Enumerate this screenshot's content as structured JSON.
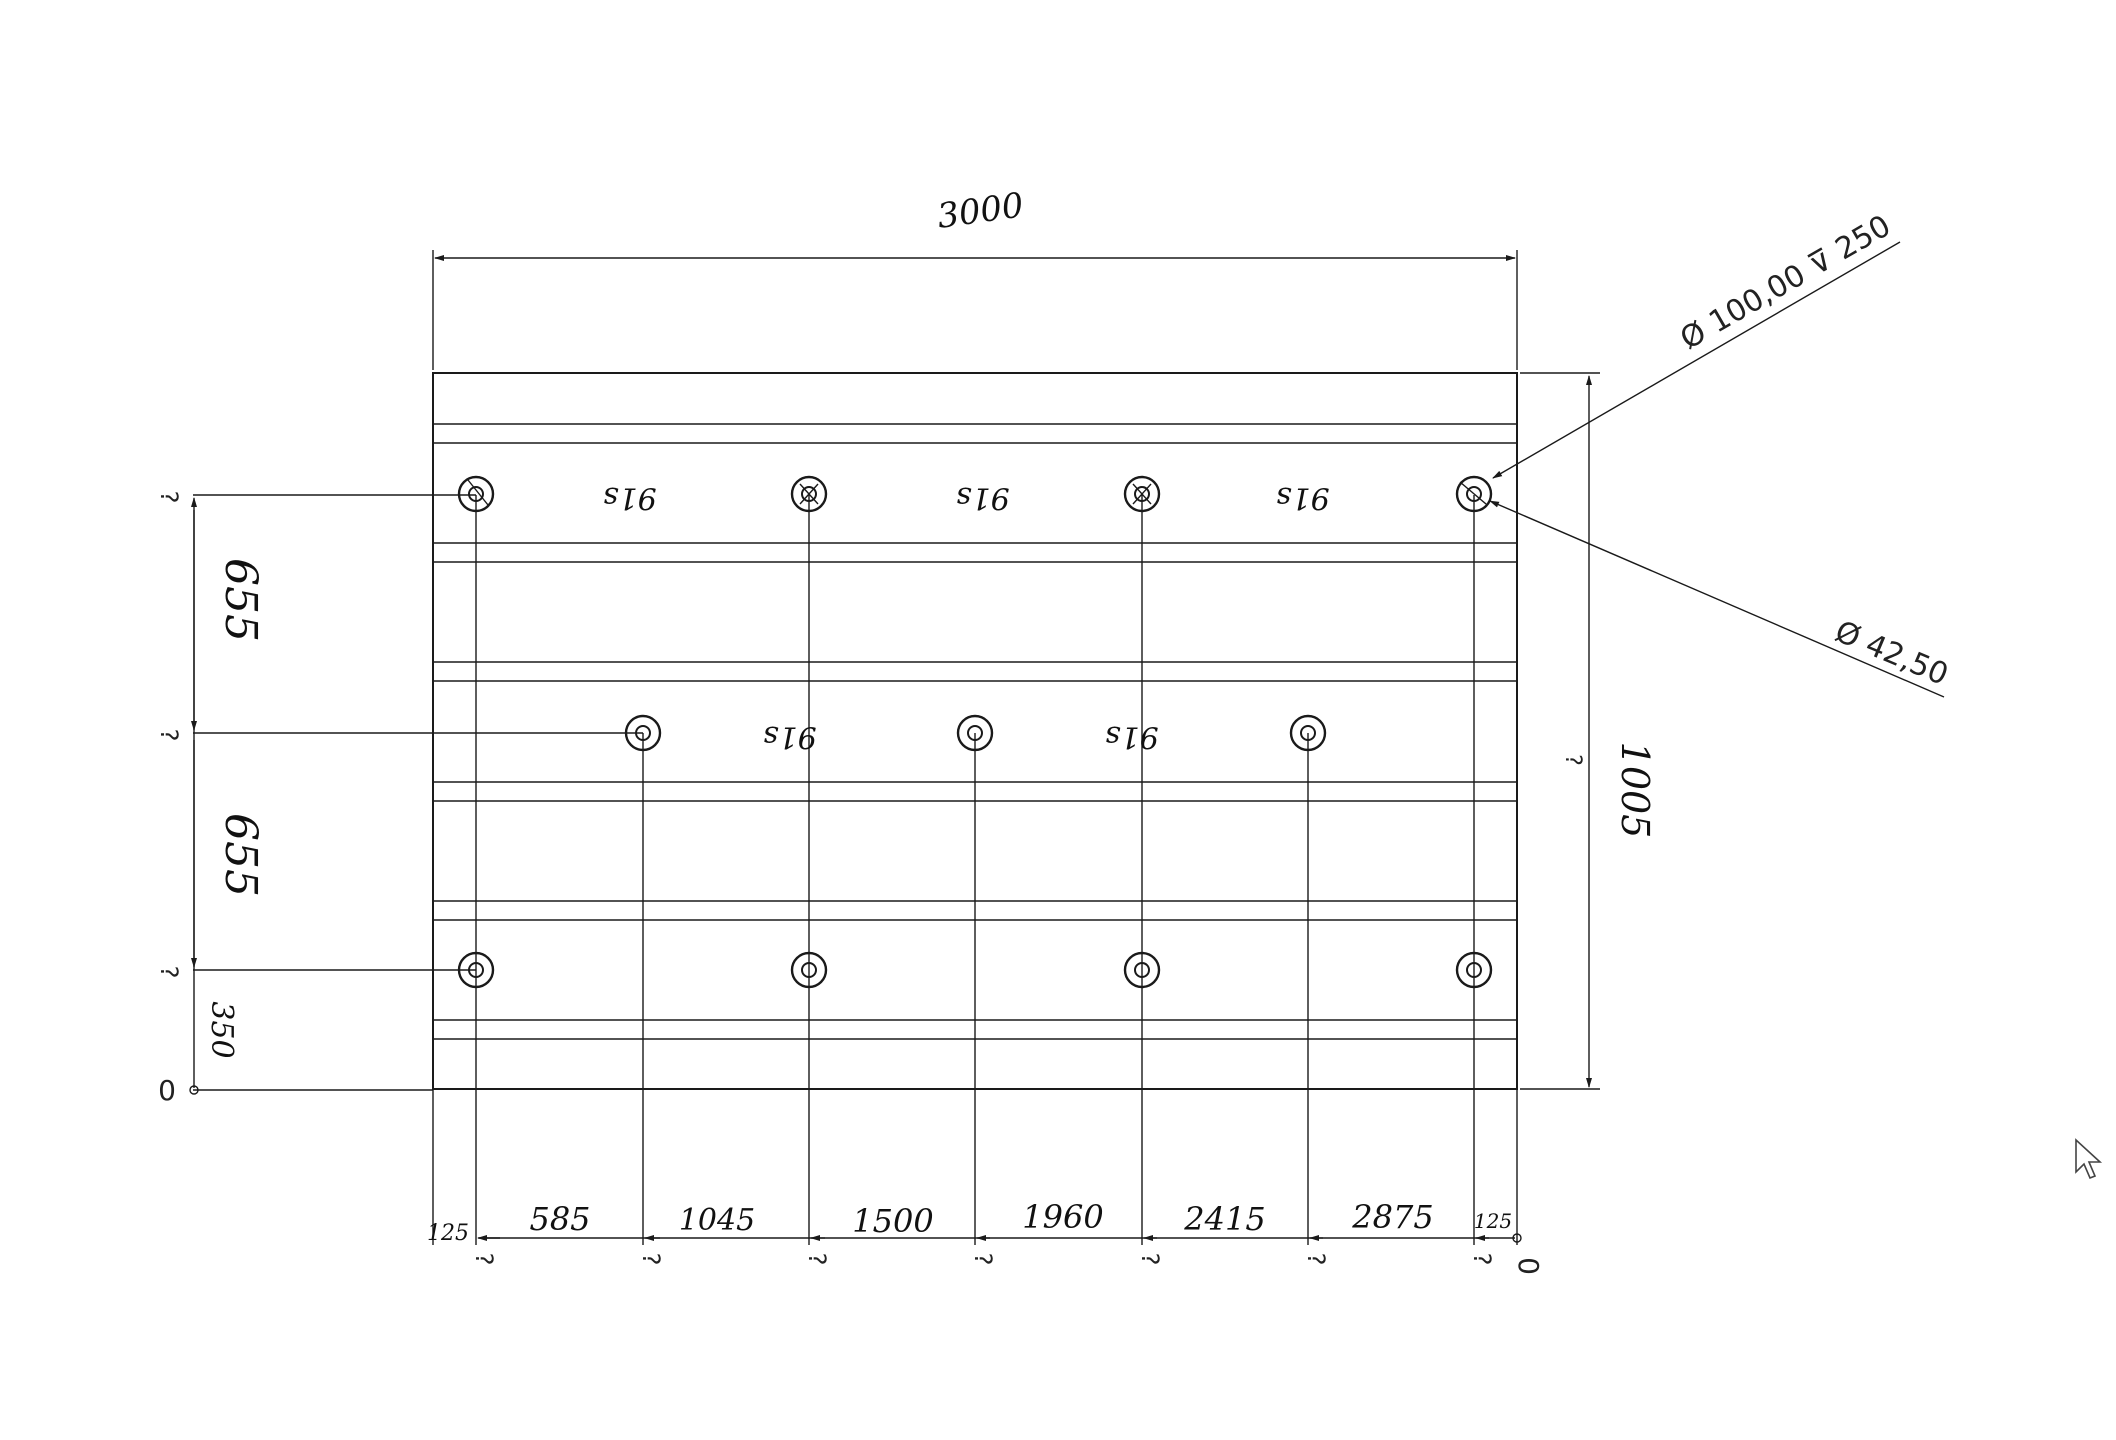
{
  "colors": {
    "ink": "#1a1a1a",
    "paper": "#ffffff"
  },
  "dimensions": {
    "overall_width": "3000",
    "overall_height": "1005",
    "height_unknown": "?",
    "left_vertical": [
      "655",
      "655",
      "350"
    ],
    "left_markers": [
      "?",
      "?",
      "?",
      "0"
    ],
    "bottom_labels": [
      "125",
      "585",
      "1045",
      "1500",
      "1960",
      "2415",
      "2875",
      "125"
    ],
    "bottom_markers": [
      "?",
      "?",
      "?",
      "?",
      "?",
      "?",
      "?",
      "0"
    ]
  },
  "callouts": {
    "outer_diameter": "Ø 100,00 ⊽ 250",
    "inner_diameter": "Ø 42,50"
  },
  "spacing_notes": {
    "top_row": [
      "91s",
      "91s",
      "91s"
    ],
    "middle_row": [
      "91s",
      "91s"
    ]
  },
  "icons": {
    "cursor": "mouse-pointer-icon"
  }
}
